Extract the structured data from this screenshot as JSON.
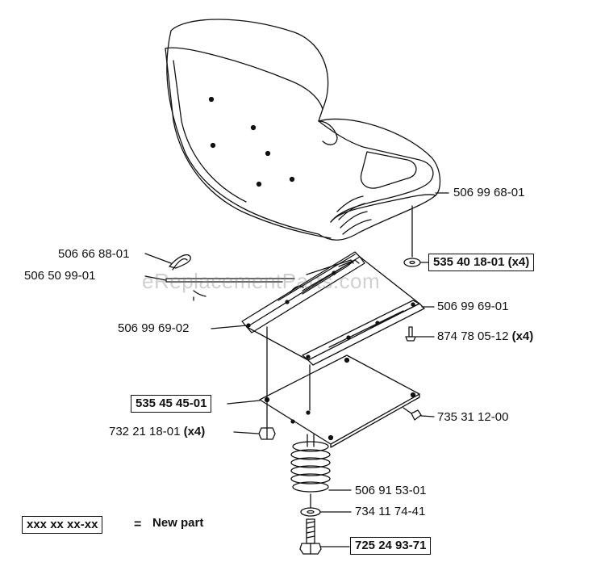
{
  "parts": {
    "seat": "506 99 68-01",
    "rubber_washer": "535 40 18-01",
    "rubber_washer_qty": "(x4)",
    "clip": "506 66 88-01",
    "rod": "506 50 99-01",
    "slide_right": "506 99 69-01",
    "screw": "874 78 05-12",
    "screw_qty": "(x4)",
    "slide_left": "506 99 69-02",
    "plate": "535 45 45-01",
    "nut_plate": "735 31 12-00",
    "locknut": "732 21 18-01",
    "locknut_qty": "(x4)",
    "spring": "506 91 53-01",
    "washer": "734 11 74-41",
    "bolt": "725 24 93-71"
  },
  "legend": {
    "sample": "xxx xx xx-xx",
    "equals": "=",
    "text": "New part"
  },
  "watermark": "eReplacementParts.com"
}
